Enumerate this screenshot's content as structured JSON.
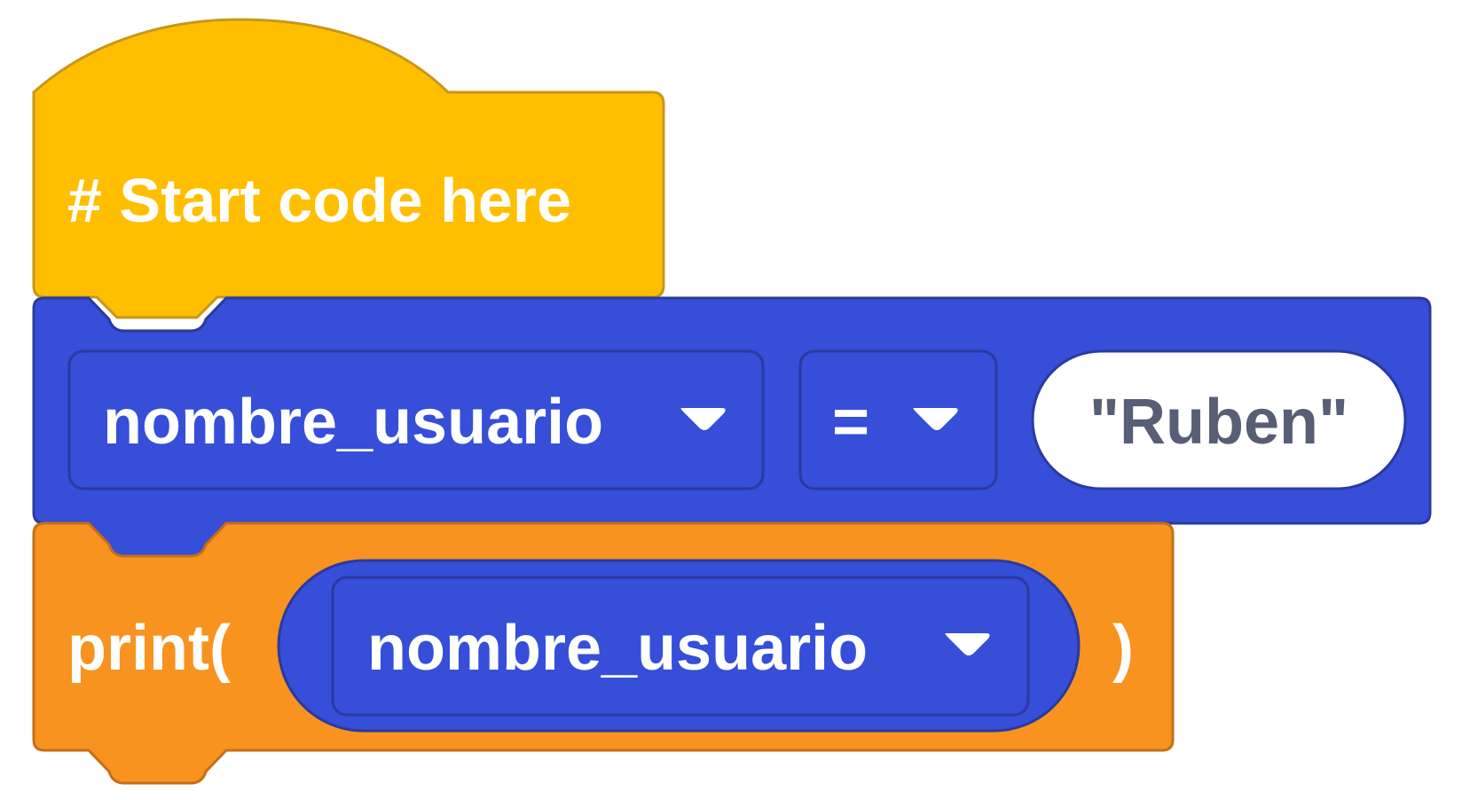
{
  "workspace": {
    "start_block": {
      "text": "# Start code here",
      "color": "#FFBF00",
      "border_color": "#C9961A"
    },
    "assign_block": {
      "variable": "nombre_usuario",
      "operator": "=",
      "value": "\"Ruben\"",
      "color": "#364ED8",
      "border_color": "#2A3A9E",
      "value_text_color": "#575E75"
    },
    "print_block": {
      "keyword": "print(",
      "argument_variable": "nombre_usuario",
      "closing": ")",
      "color": "#F7931E",
      "border_color": "#C56F17"
    },
    "icons": {
      "dropdown": "chevron-down-icon"
    }
  }
}
